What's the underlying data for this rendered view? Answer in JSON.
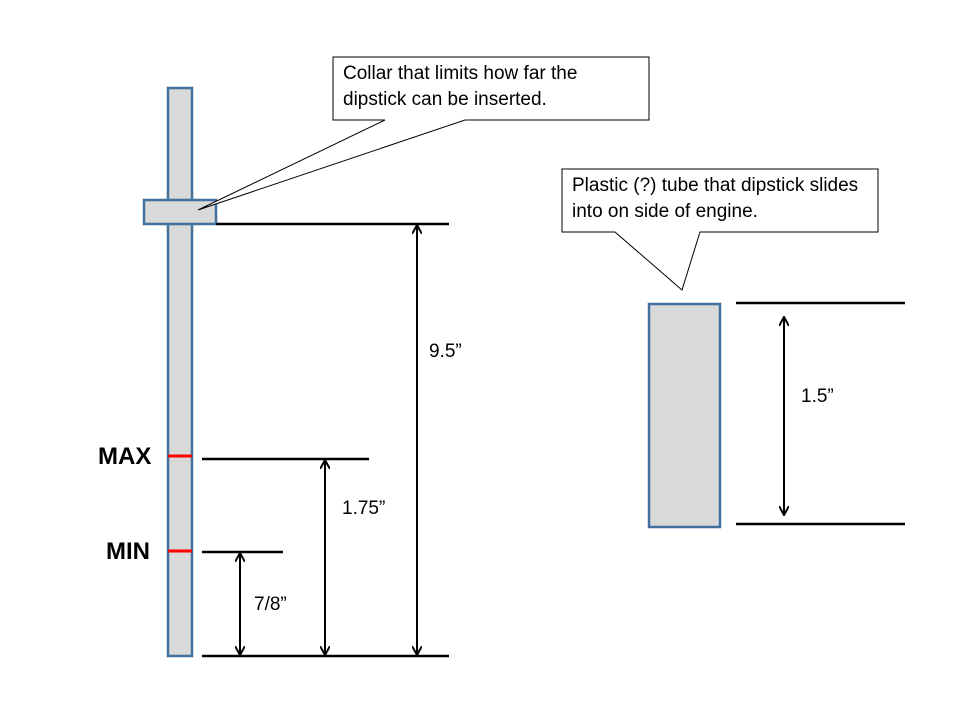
{
  "callouts": {
    "collar": "Collar that limits how far the dipstick can be inserted.",
    "tube": "Plastic (?) tube that dipstick slides into on side of engine."
  },
  "marks": {
    "max": "MAX",
    "min": "MIN"
  },
  "dimensions": {
    "insert_depth": "9.5”",
    "max_height": "1.75”",
    "min_height": "7/8”",
    "tube_length": "1.5”"
  },
  "colors": {
    "fill": "#d9d9d9",
    "outline": "#41719c",
    "mark": "#ff0000"
  }
}
